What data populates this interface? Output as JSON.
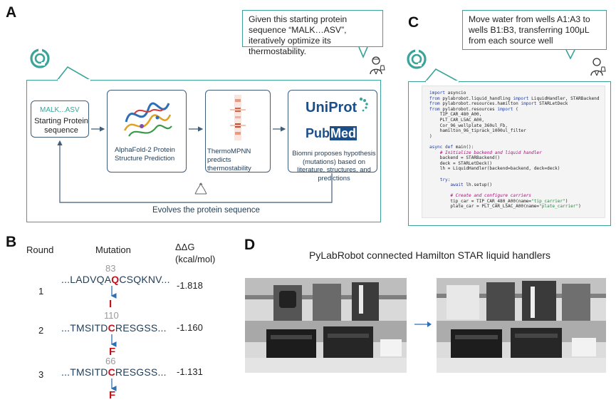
{
  "panels": {
    "a": "A",
    "b": "B",
    "c": "C",
    "d": "D"
  },
  "panel_a": {
    "prompt": "Given this starting protein sequence “MALK…ASV”, iteratively optimize its thermostability.",
    "start_seq": "MALK...ASV",
    "start_label": "Starting Protein sequence",
    "alphafold_label": "AlphaFold-2 Protein Structure Prediction",
    "thermompnn_label": "ThermoMPNN predicts thermostability",
    "uniprot_logo": "UniProt",
    "pubmed_logo_a": "Pub",
    "pubmed_logo_b": "Med",
    "biomni_label": "Biomni proposes hypothesis (mutations) based on literature, structures, and predictions",
    "loop_label": "Evolves the protein sequence"
  },
  "panel_b": {
    "headers": {
      "round": "Round",
      "mutation": "Mutation",
      "ddg": "ΔΔG",
      "unit": "(kcal/mol)"
    },
    "rows": [
      {
        "round": "1",
        "pos": "83",
        "pre": "...LADVQA",
        "hl": "Q",
        "post": "CSQKNV...",
        "mut": "I",
        "ddg": "-1.818"
      },
      {
        "round": "2",
        "pos": "110",
        "pre": "...TMSITD",
        "hl": "C",
        "post": "RESGSS...",
        "mut": "F",
        "ddg": "-1.160"
      },
      {
        "round": "3",
        "pos": "66",
        "pre": "...TMSITD",
        "hl": "C",
        "post": "RESGSS...",
        "mut": "F",
        "ddg": "-1.131"
      }
    ]
  },
  "panel_c": {
    "prompt": "Move water from wells A1:A3 to wells B1:B3, transferring 100μL from each source well"
  },
  "panel_d": {
    "title": "PyLabRobot connected Hamilton STAR liquid handlers"
  },
  "icons": [
    "biomni-logo-icon",
    "scientist-icon",
    "recycle-icon",
    "arrow-icon"
  ]
}
